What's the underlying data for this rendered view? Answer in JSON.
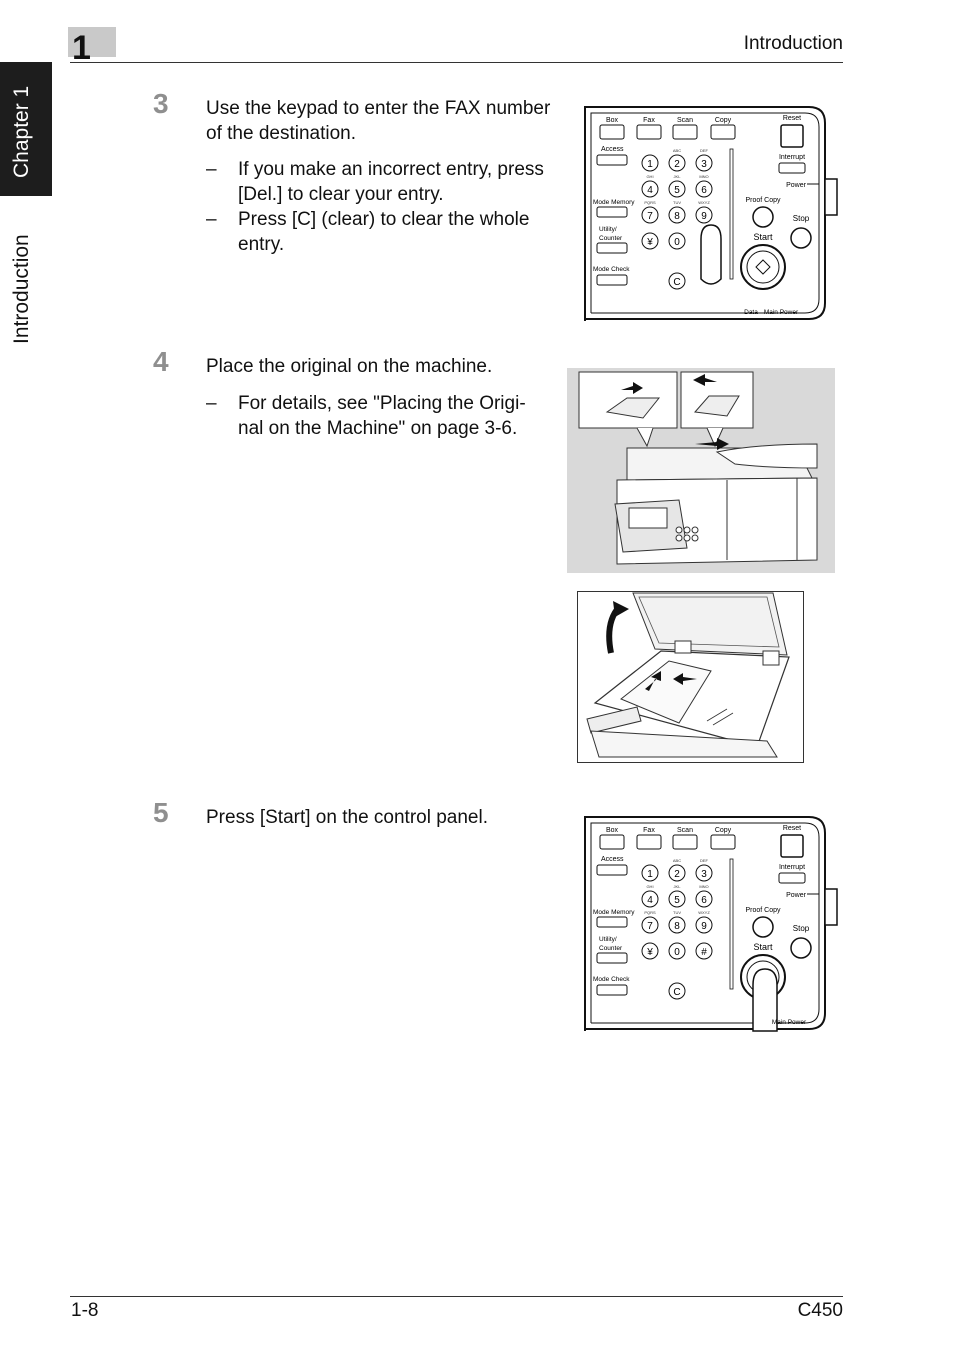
{
  "header": {
    "chapter_number": "1",
    "title": "Introduction"
  },
  "side_tabs": {
    "active": "Chapter 1",
    "section": "Introduction"
  },
  "steps": [
    {
      "number": "3",
      "text_line1": "Use the keypad to enter the FAX number",
      "text_line2": "of the destination.",
      "bullets": [
        {
          "line1": "If you make an incorrect entry, press",
          "line2": "[Del.] to clear your entry."
        },
        {
          "line1": "Press [C] (clear) to clear the whole",
          "line2": "entry."
        }
      ]
    },
    {
      "number": "4",
      "text_line1": "Place the original on the machine.",
      "bullets": [
        {
          "line1": "For details, see \"Placing the Origi-",
          "line2": "nal on the Machine\" on page 3-6."
        }
      ]
    },
    {
      "number": "5",
      "text_line1": "Press [Start] on the control panel."
    }
  ],
  "control_panel": {
    "mode_keys": [
      "Box",
      "Fax",
      "Scan",
      "Copy"
    ],
    "access": "Access",
    "mode_memory": "Mode Memory",
    "utility": "Utility/",
    "counter": "Counter",
    "mode_check": "Mode Check",
    "reset": "Reset",
    "interrupt": "Interrupt",
    "power": "Power",
    "proof_copy": "Proof Copy",
    "stop": "Stop",
    "start": "Start",
    "data": "Data",
    "main_power": "Main Power",
    "keys": [
      "1",
      "2",
      "3",
      "4",
      "5",
      "6",
      "7",
      "8",
      "9",
      "¥",
      "0",
      "#"
    ],
    "key_letters": [
      "ABC",
      "DEF",
      "GHI",
      "JKL",
      "MNO",
      "PQRS",
      "TUV",
      "WXYZ"
    ],
    "clear_key": "C"
  },
  "footer": {
    "page": "1-8",
    "model": "C450"
  }
}
